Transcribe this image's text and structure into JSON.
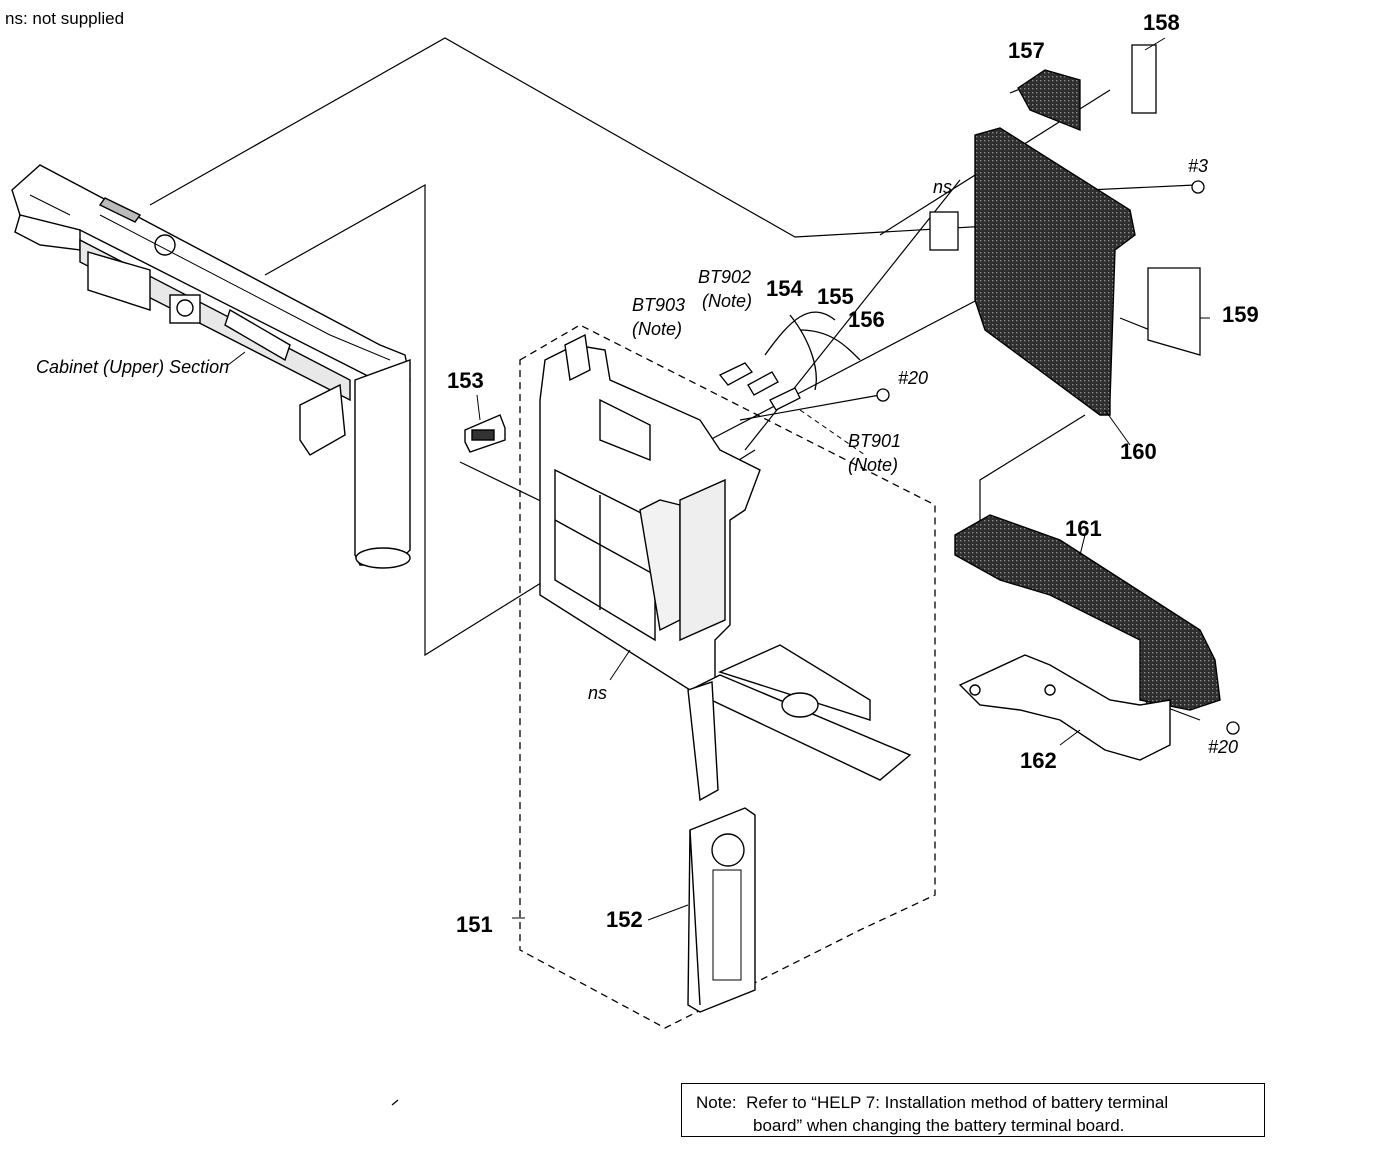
{
  "legend": "ns: not supplied",
  "note": {
    "label": "Note:",
    "line1": "Refer to “HELP 7: Installation method of battery terminal",
    "line2": "board” when changing the battery terminal board."
  },
  "labels": {
    "cabinet_upper": "Cabinet (Upper) Section",
    "ns_top": "ns",
    "ns_bottom": "ns",
    "bt902": "BT902",
    "bt902_note": "(Note)",
    "bt903": "BT903",
    "bt903_note": "(Note)",
    "bt901": "BT901",
    "bt901_note": "(Note)",
    "screw_3": "#3",
    "screw_20_a": "#20",
    "screw_20_b": "#20"
  },
  "parts": {
    "p151": "151",
    "p152": "152",
    "p153": "153",
    "p154": "154",
    "p155": "155",
    "p156": "156",
    "p157": "157",
    "p158": "158",
    "p159": "159",
    "p160": "160",
    "p161": "161",
    "p162": "162"
  },
  "colors": {
    "ink": "#000000",
    "shade": "#3a3a3a",
    "paper": "#ffffff"
  }
}
